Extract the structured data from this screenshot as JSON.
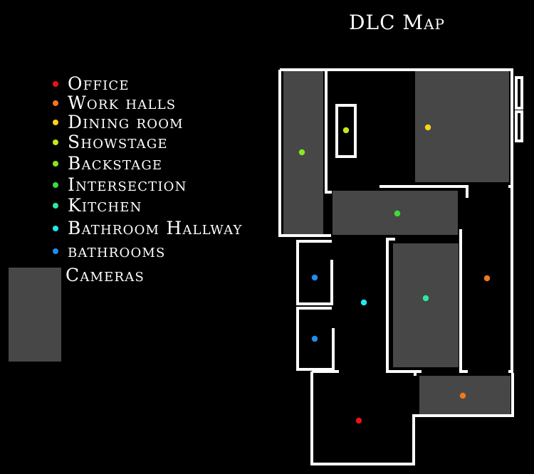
{
  "title": "DLC Map",
  "legend": [
    {
      "label": "Office",
      "color": "#ee1111"
    },
    {
      "label": "Work halls",
      "color": "#f07820"
    },
    {
      "label": "Dining room",
      "color": "#ffd21a"
    },
    {
      "label": "Showstage",
      "color": "#c8e61e"
    },
    {
      "label": "Backstage",
      "color": "#88e61e"
    },
    {
      "label": "Intersection",
      "color": "#3ddc3d"
    },
    {
      "label": "Kitchen",
      "color": "#2ee8a0"
    },
    {
      "label": "Bathroom Hallway",
      "color": "#22e8f0"
    },
    {
      "label": "bathrooms",
      "color": "#1e8ef0"
    }
  ],
  "cameras_label": "Cameras",
  "camera_color": "#474747",
  "wall_color": "#ffffff"
}
